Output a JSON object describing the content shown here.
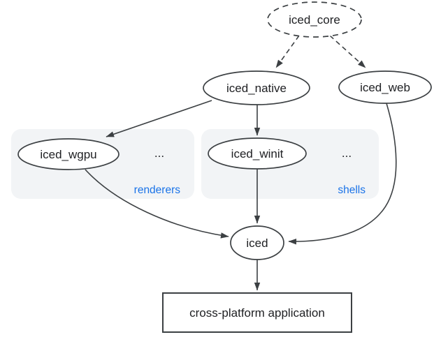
{
  "diagram": {
    "background": "#ffffff",
    "colors": {
      "node_stroke": "#3c4043",
      "edge_stroke": "#3c4043",
      "node_text": "#202124",
      "group_fill": "#f2f4f6",
      "group_label_color": "#1a73e8"
    },
    "nodes": {
      "iced_core": {
        "label": "iced_core",
        "shape": "dashed-ellipse"
      },
      "iced_native": {
        "label": "iced_native",
        "shape": "ellipse"
      },
      "iced_web": {
        "label": "iced_web",
        "shape": "ellipse"
      },
      "iced_wgpu": {
        "label": "iced_wgpu",
        "shape": "ellipse"
      },
      "iced_winit": {
        "label": "iced_winit",
        "shape": "ellipse"
      },
      "iced": {
        "label": "iced",
        "shape": "ellipse"
      },
      "application": {
        "label": "cross-platform application",
        "shape": "rect"
      }
    },
    "groups": {
      "renderers": {
        "label": "renderers",
        "more": "..."
      },
      "shells": {
        "label": "shells",
        "more": "..."
      }
    },
    "edges": [
      {
        "from": "iced_core",
        "to": "iced_native",
        "style": "dashed"
      },
      {
        "from": "iced_core",
        "to": "iced_web",
        "style": "dashed"
      },
      {
        "from": "iced_native",
        "to": "iced_wgpu",
        "style": "solid"
      },
      {
        "from": "iced_native",
        "to": "iced_winit",
        "style": "solid"
      },
      {
        "from": "iced_winit",
        "to": "iced",
        "style": "solid"
      },
      {
        "from": "iced_wgpu",
        "to": "iced",
        "style": "solid"
      },
      {
        "from": "iced_web",
        "to": "iced",
        "style": "solid"
      },
      {
        "from": "iced",
        "to": "application",
        "style": "solid"
      }
    ]
  }
}
